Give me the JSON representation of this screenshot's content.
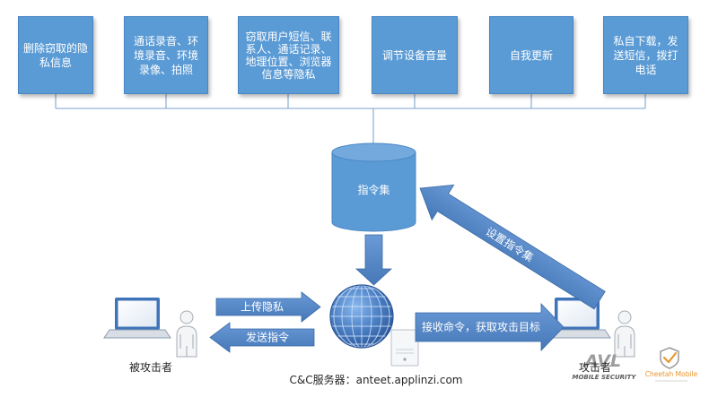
{
  "actions": [
    {
      "lines": [
        "删除窃取的隐",
        "私信息"
      ]
    },
    {
      "lines": [
        "通话录音、环",
        "境录音、环境",
        "录像、拍照"
      ]
    },
    {
      "lines": [
        "窃取用户短信、联",
        "系人、通话记录、",
        "地理位置、浏览器",
        "信息等隐私"
      ]
    },
    {
      "lines": [
        "调节设备音量"
      ]
    },
    {
      "lines": [
        "自我更新"
      ]
    },
    {
      "lines": [
        "私自下载，发",
        "送短信，拨打",
        "电话"
      ]
    }
  ],
  "command_set": {
    "label": "指令集"
  },
  "flows": {
    "upload_privacy": "上传隐私",
    "send_command": "发送指令",
    "receive_command": "接收命令，获取攻击目标",
    "set_command_set": "设置指令集"
  },
  "victim": {
    "label": "被攻击者"
  },
  "attacker": {
    "label": "攻击者"
  },
  "server": {
    "caption": "C&C服务器：anteet.applinzi.com"
  },
  "logos": {
    "avl": {
      "mark": "AVL",
      "tagline": "MOBILE SECURITY"
    },
    "cheetah": {
      "name": "Cheetah Mobile"
    }
  },
  "icons": {
    "command_store": "database-icon",
    "network": "globe-icon",
    "server": "server-icon",
    "device": "laptop-icon",
    "user": "person-icon",
    "cheetah_logo": "shield-check-icon"
  },
  "colors": {
    "box_fill": "#5b9bd5",
    "box_border": "#4a86c4",
    "arrow_fill": "#4678b8",
    "arrow_light": "#6a9ad6",
    "connector": "#93b3d8",
    "label_text": "#262626",
    "cheetah_orange": "#e8962e"
  }
}
